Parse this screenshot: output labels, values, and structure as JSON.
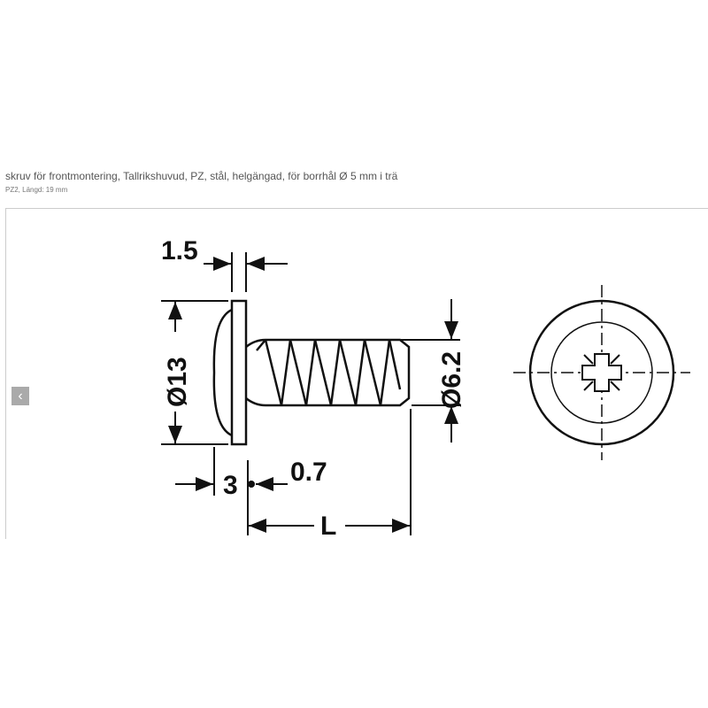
{
  "product": {
    "title": "skruv för frontmontering, Tallrikshuvud, PZ, stål, helgängad, för borrhål Ø 5 mm i trä",
    "subtitle": "PZ2, Längd: 19 mm"
  },
  "gallery": {
    "prev_icon": "chevron-left-icon",
    "prev_label": "‹"
  },
  "drawing": {
    "head_thickness": "1.5",
    "head_diameter": "Ø13",
    "thread_diameter": "Ø6.2",
    "head_height": "3",
    "shoulder": "0.7",
    "length": "L"
  }
}
